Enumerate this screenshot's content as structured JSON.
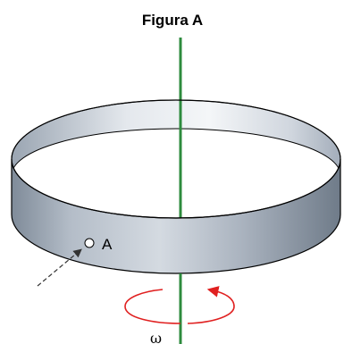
{
  "figure": {
    "title": "Figura A",
    "point_label": "A",
    "angular_velocity_symbol": "ω"
  },
  "colors": {
    "axis": "#2e8b3e",
    "ring_light": "#eef1f4",
    "ring_dark": "#8c98a6",
    "ring_outline": "#000000",
    "rotation_arrow": "#e02020",
    "pointer": "#333333"
  }
}
